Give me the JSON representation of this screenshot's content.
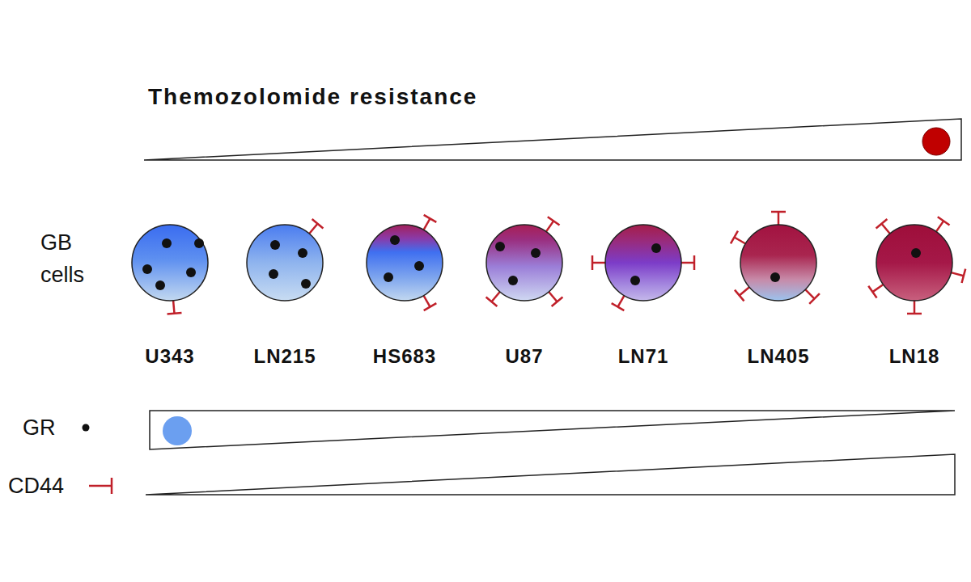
{
  "diagram": {
    "nodes": [
      {
        "text": [
          "U343"
        ]
      },
      {
        "text": [
          "LN215"
        ]
      },
      {
        "text": [
          "HS683"
        ]
      },
      {
        "text": [
          "U87"
        ]
      },
      {
        "text": [
          "LN71"
        ]
      },
      {
        "text": [
          "LN405"
        ]
      },
      {
        "text": [
          "LN18"
        ]
      }
    ],
    "labels": [
      "Themozolomide resistance",
      "GB cells"
    ],
    "legend": [
      {
        "text": "GR"
      },
      {
        "text": "CD44"
      }
    ]
  }
}
